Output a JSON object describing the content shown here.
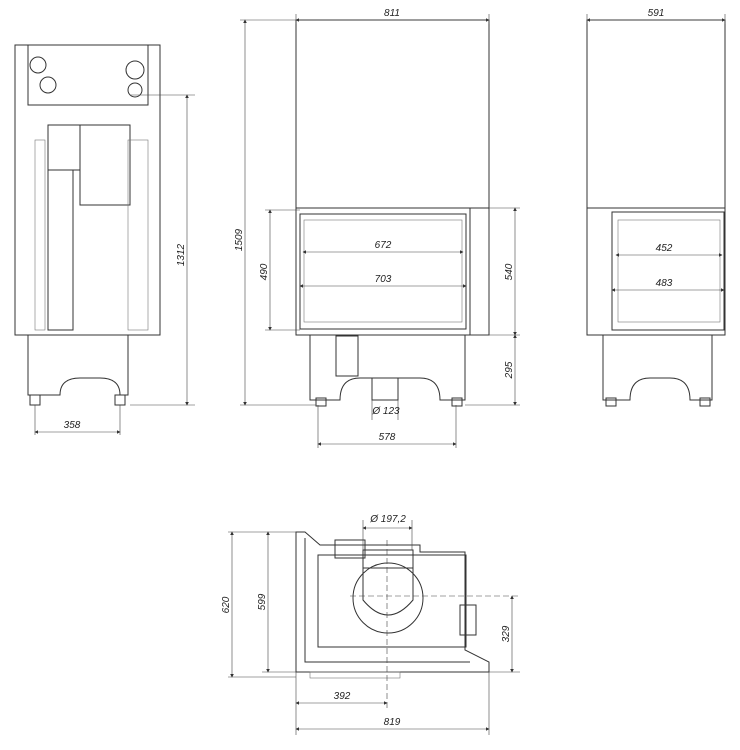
{
  "dimensions": {
    "front_width": "811",
    "side_width": "591",
    "total_height": "1509",
    "side_height": "1312",
    "glass_height": "490",
    "front_glass_inner_width": "672",
    "front_glass_outer_width": "703",
    "door_height": "540",
    "base_height": "295",
    "side_glass_inner_width": "452",
    "side_glass_outer_width": "483",
    "side_depth_bottom": "358",
    "flue_diameter_front": "Ø 123",
    "leg_span": "578",
    "flue_diameter_top": "Ø 197,2",
    "plan_depth_outer": "620",
    "plan_depth_inner": "599",
    "plan_offset": "329",
    "plan_center": "392",
    "plan_width": "819"
  }
}
